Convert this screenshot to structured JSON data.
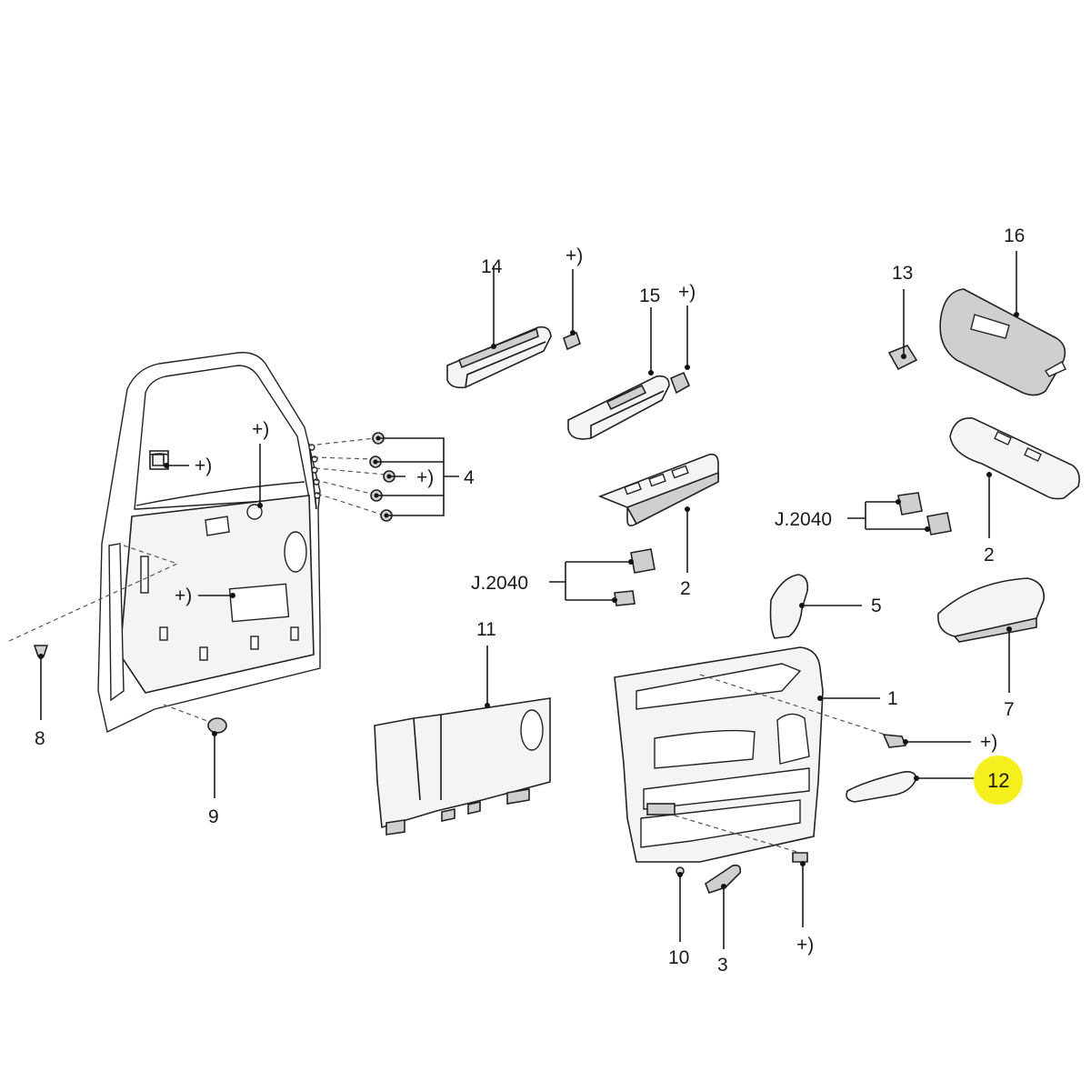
{
  "diagram": {
    "callouts": {
      "c1": "1",
      "c2a": "2",
      "c2b": "2",
      "c3": "3",
      "c4": "4",
      "c5": "5",
      "c7": "7",
      "c8": "8",
      "c9": "9",
      "c10": "10",
      "c11": "11",
      "c12": "12",
      "c13": "13",
      "c14": "14",
      "c15": "15",
      "c16": "16",
      "j2040a": "J.2040",
      "j2040b": "J.2040",
      "plus_door_top": "+)",
      "plus_door_pin": "+)",
      "plus_door_panel": "+)",
      "plus_clips": "+)",
      "plus_14": "+)",
      "plus_15": "+)",
      "plus_screw_right": "+)",
      "plus_screw_bottom": "+)"
    },
    "highlight": {
      "target": "12",
      "color": "#f5ef1d"
    },
    "colors": {
      "line": "#1a1a1a",
      "part_fill": "#f4f4f4",
      "part_dark": "#cfcfcf"
    }
  }
}
